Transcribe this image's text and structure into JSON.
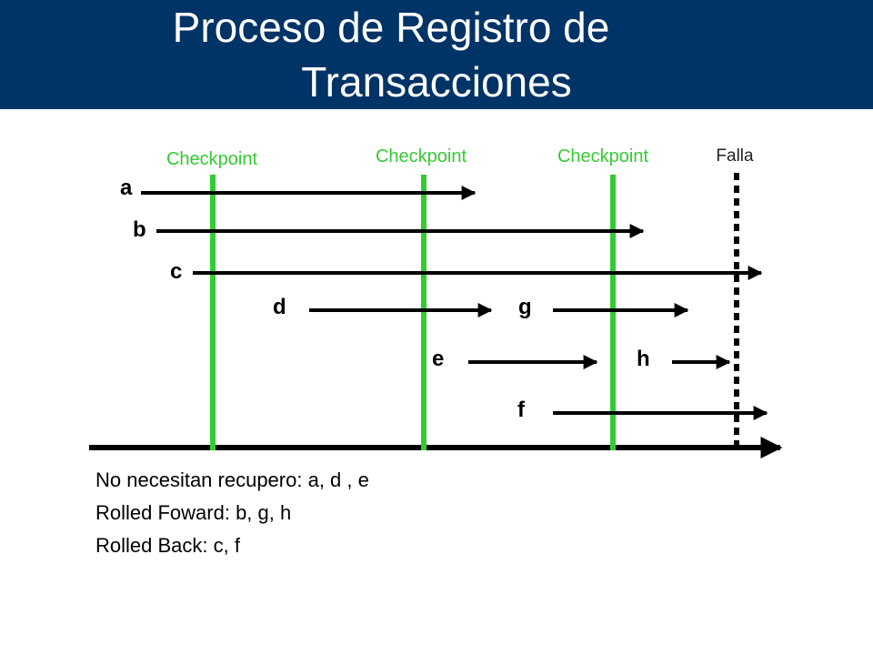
{
  "title": {
    "line1": "Proceso de Registro de",
    "line2": "Transacciones"
  },
  "colors": {
    "header_bg": "#003366",
    "checkpoint": "#33cc33",
    "arrow": "#000000",
    "failure": "#000000"
  },
  "diagram": {
    "checkpoint_labels": [
      "Checkpoint",
      "Checkpoint",
      "Checkpoint"
    ],
    "failure_label": "Falla",
    "transactions": [
      "a",
      "b",
      "c",
      "d",
      "e",
      "f",
      "g",
      "h"
    ]
  },
  "summary": {
    "no_recovery": "No necesitan recupero: a, d , e",
    "rolled_forward": "Rolled Foward: b, g, h",
    "rolled_back": "Rolled Back: c, f"
  }
}
